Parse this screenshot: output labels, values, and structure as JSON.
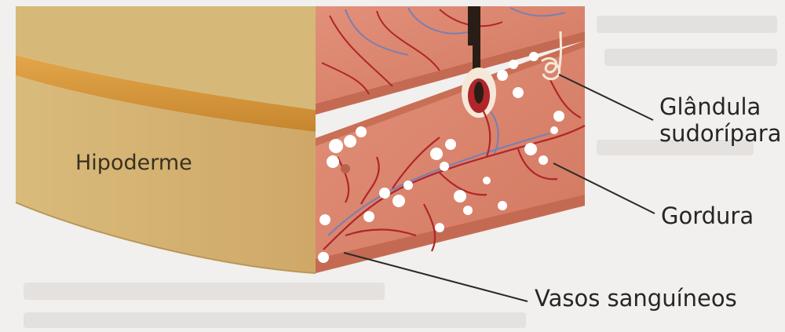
{
  "labels": {
    "hipoderme": "Hipoderme",
    "glandula_line1": "Glândula",
    "glandula_line2": "sudorípara",
    "gordura": "Gordura",
    "vasos": "Vasos sanguíneos"
  },
  "colors": {
    "background": "#f1f0ee",
    "hypodermis": "#d8b878",
    "dermis": "#d88268",
    "fat": "#ffffff",
    "artery": "#b0262a",
    "vein": "#7c7fb0",
    "leader_line": "#2a2a2a"
  }
}
